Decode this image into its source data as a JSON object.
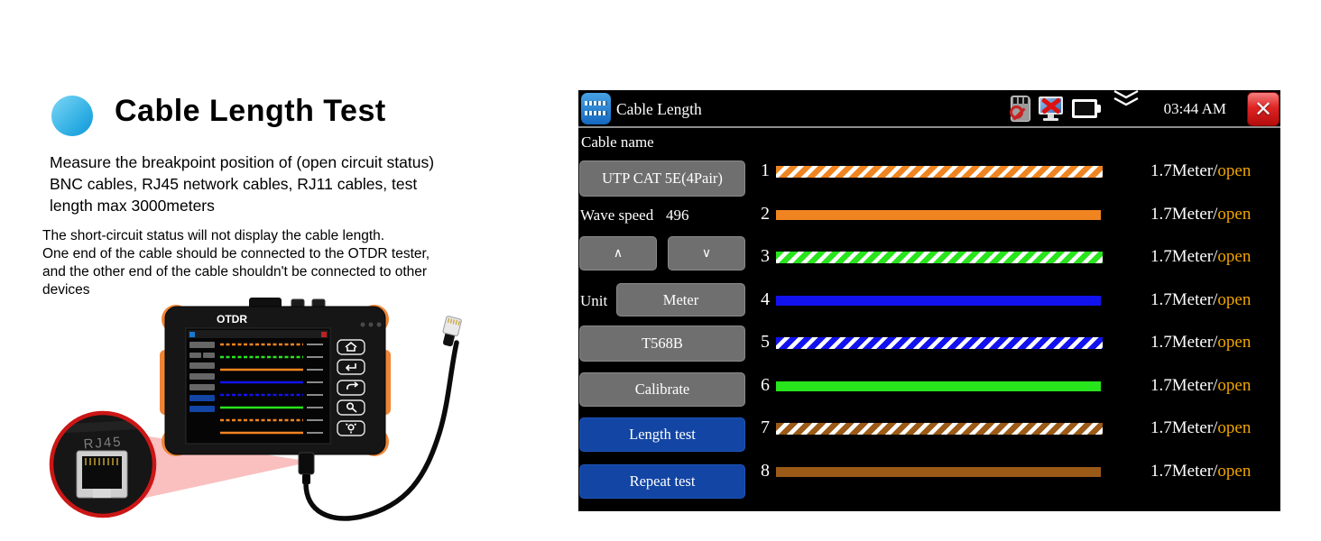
{
  "left": {
    "title": "Cable Length Test",
    "para1": "Measure the breakpoint position of (open circuit status)\nBNC cables, RJ45 network cables, RJ11 cables, test\nlength max 3000meters",
    "para2": "The short-circuit status will not display the cable length.\nOne end of the cable should be connected to the OTDR tester,\nand the other end of the cable shouldn't be connected to other\ndevices",
    "device_label": "OTDR",
    "inset_label": "RJ45"
  },
  "panel": {
    "topbar": {
      "title": "Cable Length",
      "time": "03:44 AM"
    },
    "icons": {
      "close": "✕",
      "up_arrow": "∧",
      "down_arrow": "∨"
    },
    "controls": {
      "cable_name_label": "Cable name",
      "cable_type_button": "UTP CAT 5E(4Pair)",
      "wave_speed_label": "Wave speed",
      "wave_speed_value": "496",
      "unit_label": "Unit",
      "unit_button": "Meter",
      "standard_button": "T568B",
      "calibrate_button": "Calibrate",
      "length_test_button": "Length test",
      "repeat_test_button": "Repeat test"
    },
    "rows": [
      {
        "num": "1",
        "color": "#f08421",
        "striped": true,
        "length": "1.7Meter/",
        "status": "open"
      },
      {
        "num": "2",
        "color": "#f08421",
        "striped": false,
        "length": "1.7Meter/",
        "status": "open"
      },
      {
        "num": "3",
        "color": "#28e41c",
        "striped": true,
        "length": "1.7Meter/",
        "status": "open"
      },
      {
        "num": "4",
        "color": "#1212ee",
        "striped": true,
        "length": "1.7Meter/",
        "status": "open",
        "solid": true
      },
      {
        "num": "5",
        "color": "#1212ee",
        "striped": true,
        "length": "1.7Meter/",
        "status": "open"
      },
      {
        "num": "6",
        "color": "#28e41c",
        "striped": false,
        "length": "1.7Meter/",
        "status": "open"
      },
      {
        "num": "7",
        "color": "#9b5a17",
        "striped": true,
        "length": "1.7Meter/",
        "status": "open"
      },
      {
        "num": "8",
        "color": "#9b5a17",
        "striped": false,
        "length": "1.7Meter/",
        "status": "open"
      }
    ]
  },
  "colors": {
    "status_open": "#f0a500",
    "button_blue": "#1245a4",
    "button_gray": "#6f6f6f",
    "brand_circle_blue": "#29abe2",
    "close_red": "#d01616"
  }
}
